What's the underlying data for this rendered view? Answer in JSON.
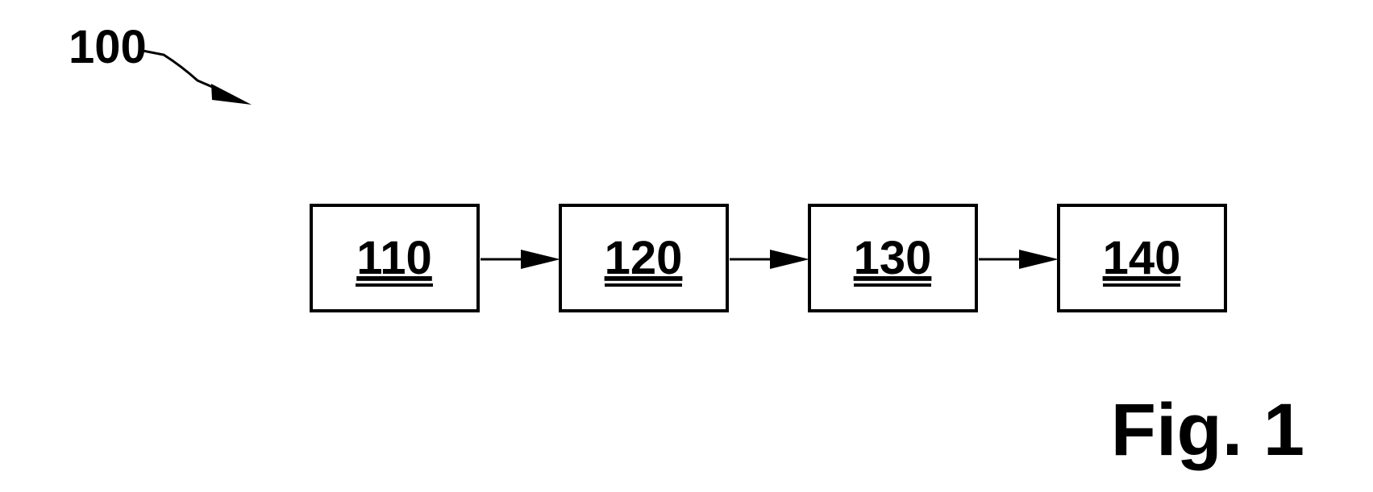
{
  "diagram": {
    "reference_label": "100",
    "caption": "Fig. 1",
    "blocks": [
      {
        "id": "b110",
        "label": "110"
      },
      {
        "id": "b120",
        "label": "120"
      },
      {
        "id": "b130",
        "label": "130"
      },
      {
        "id": "b140",
        "label": "140"
      }
    ],
    "connections": [
      {
        "from": "110",
        "to": "120"
      },
      {
        "from": "120",
        "to": "130"
      },
      {
        "from": "130",
        "to": "140"
      }
    ]
  }
}
